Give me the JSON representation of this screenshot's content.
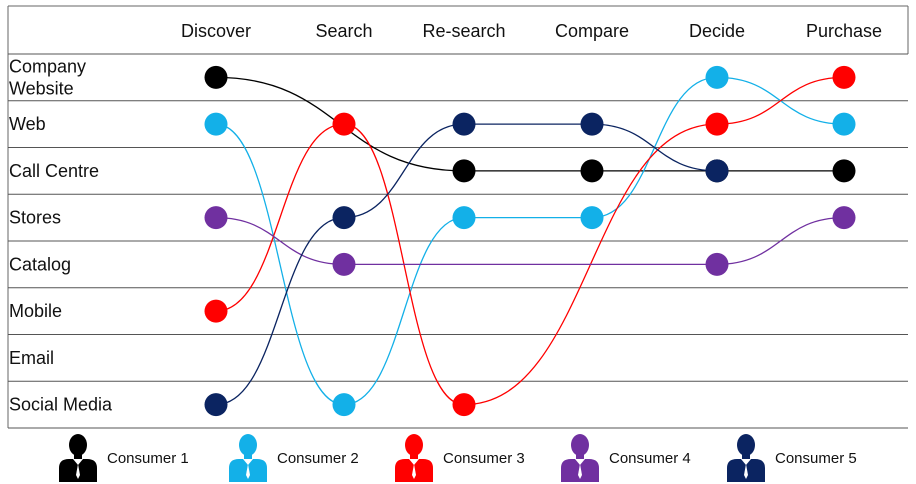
{
  "stages": [
    "Discover",
    "Search",
    "Re-search",
    "Compare",
    "Decide",
    "Purchase"
  ],
  "channels": [
    [
      "Company",
      "Website"
    ],
    [
      "Web"
    ],
    [
      "Call Centre"
    ],
    [
      "Stores"
    ],
    [
      "Catalog"
    ],
    [
      "Mobile"
    ],
    [
      "Email"
    ],
    [
      "Social Media"
    ]
  ],
  "consumers": [
    {
      "label": "Consumer 1",
      "color": "#000000",
      "icon": "person-icon",
      "journey": [
        [
          "Discover",
          "Company Website"
        ],
        [
          "Re-search",
          "Call Centre"
        ],
        [
          "Compare",
          "Call Centre"
        ],
        [
          "Decide",
          "Call Centre"
        ],
        [
          "Purchase",
          "Call Centre"
        ]
      ]
    },
    {
      "label": "Consumer 2",
      "color": "#13b0e8",
      "icon": "person-icon",
      "journey": [
        [
          "Discover",
          "Web"
        ],
        [
          "Search",
          "Social Media"
        ],
        [
          "Re-search",
          "Stores"
        ],
        [
          "Compare",
          "Stores"
        ],
        [
          "Decide",
          "Company Website"
        ],
        [
          "Purchase",
          "Web"
        ]
      ]
    },
    {
      "label": "Consumer 3",
      "color": "#ff0000",
      "icon": "person-icon",
      "journey": [
        [
          "Discover",
          "Mobile"
        ],
        [
          "Search",
          "Web"
        ],
        [
          "Re-search",
          "Social Media"
        ],
        [
          "Decide",
          "Web"
        ],
        [
          "Purchase",
          "Company Website"
        ]
      ]
    },
    {
      "label": "Consumer 4",
      "color": "#7030a0",
      "icon": "person-icon",
      "journey": [
        [
          "Discover",
          "Stores"
        ],
        [
          "Search",
          "Catalog"
        ],
        [
          "Decide",
          "Catalog"
        ],
        [
          "Purchase",
          "Stores"
        ]
      ]
    },
    {
      "label": "Consumer 5",
      "color": "#0b2461",
      "icon": "person-icon",
      "journey": [
        [
          "Discover",
          "Social Media"
        ],
        [
          "Search",
          "Stores"
        ],
        [
          "Re-search",
          "Web"
        ],
        [
          "Compare",
          "Web"
        ],
        [
          "Decide",
          "Call Centre"
        ]
      ]
    }
  ]
}
